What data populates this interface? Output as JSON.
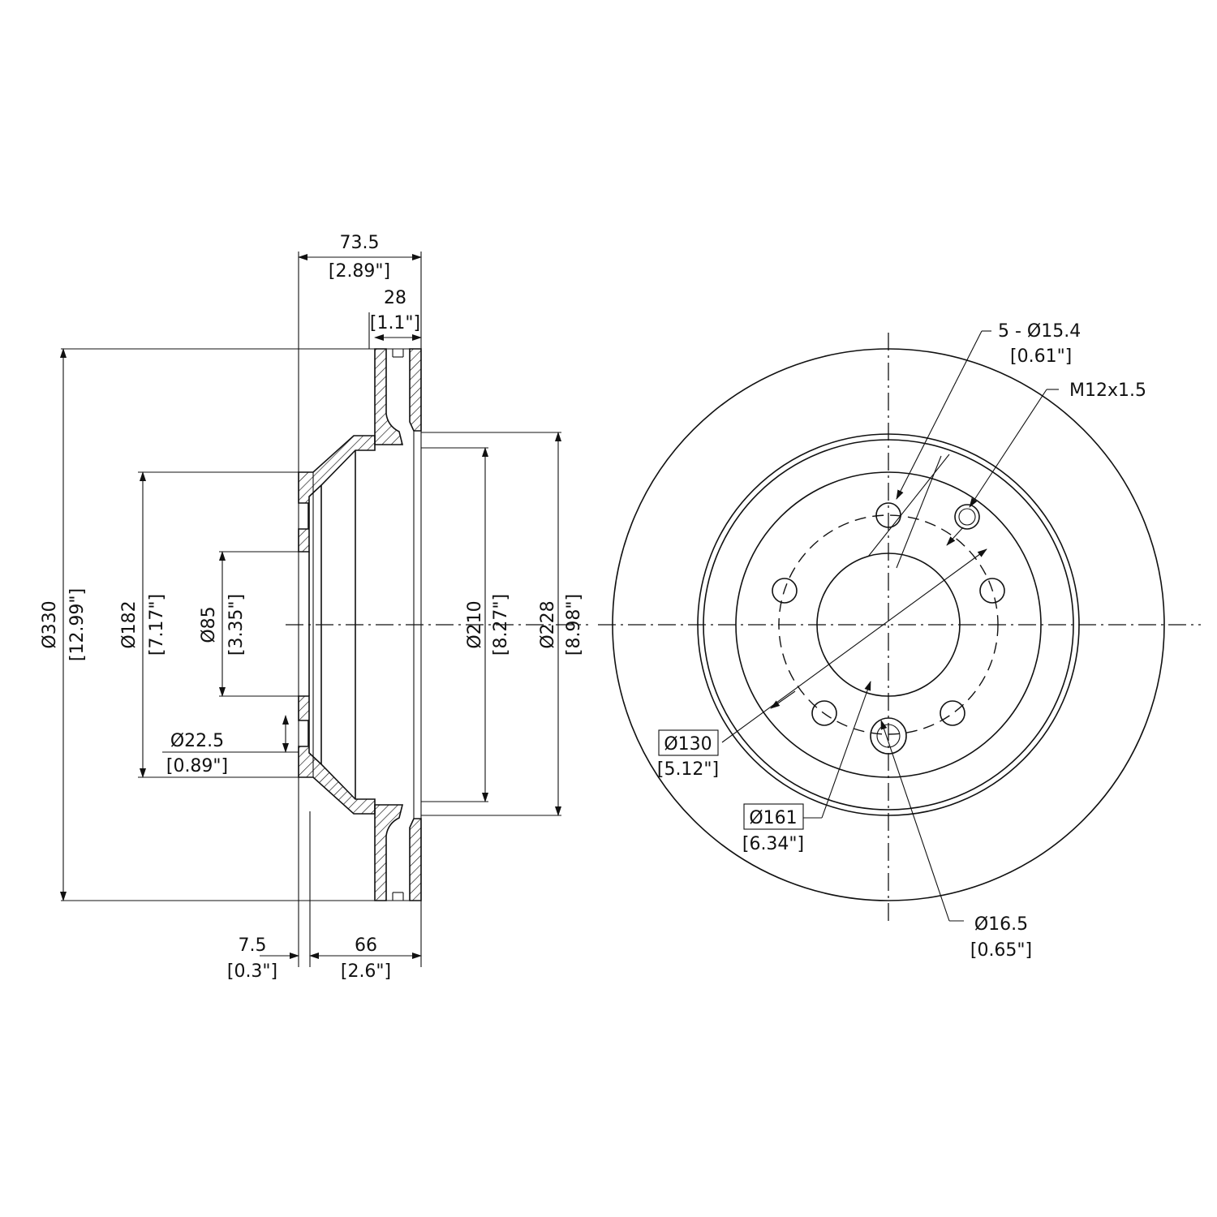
{
  "side_view": {
    "overall_width": {
      "value": "73.5",
      "inch": "[2.89\"]"
    },
    "disc_thickness": {
      "value": "28",
      "inch": "[1.1\"]"
    },
    "outer_diameter": {
      "value": "Ø330",
      "inch": "[12.99\"]"
    },
    "hat_diameter": {
      "value": "Ø182",
      "inch": "[7.17\"]"
    },
    "center_bore": {
      "value": "Ø85",
      "inch": "[3.35\"]"
    },
    "inner_diameter": {
      "value": "Ø210",
      "inch": "[8.27\"]"
    },
    "friction_inner": {
      "value": "Ø228",
      "inch": "[8.98\"]"
    },
    "pilot_hole": {
      "value": "Ø22.5",
      "inch": "[0.89\"]"
    },
    "hat_thickness": {
      "value": "7.5",
      "inch": "[0.3\"]"
    },
    "hat_height": {
      "value": "66",
      "inch": "[2.6\"]"
    }
  },
  "front_view": {
    "bolt_holes": {
      "value": "5 - Ø15.4",
      "inch": "[0.61\"]"
    },
    "thread": {
      "value": "M12x1.5"
    },
    "bolt_circle": {
      "value": "Ø130",
      "inch": "[5.12\"]"
    },
    "hat_outer": {
      "value": "Ø161",
      "inch": "[6.34\"]"
    },
    "locator_hole": {
      "value": "Ø16.5",
      "inch": "[0.65\"]"
    }
  }
}
